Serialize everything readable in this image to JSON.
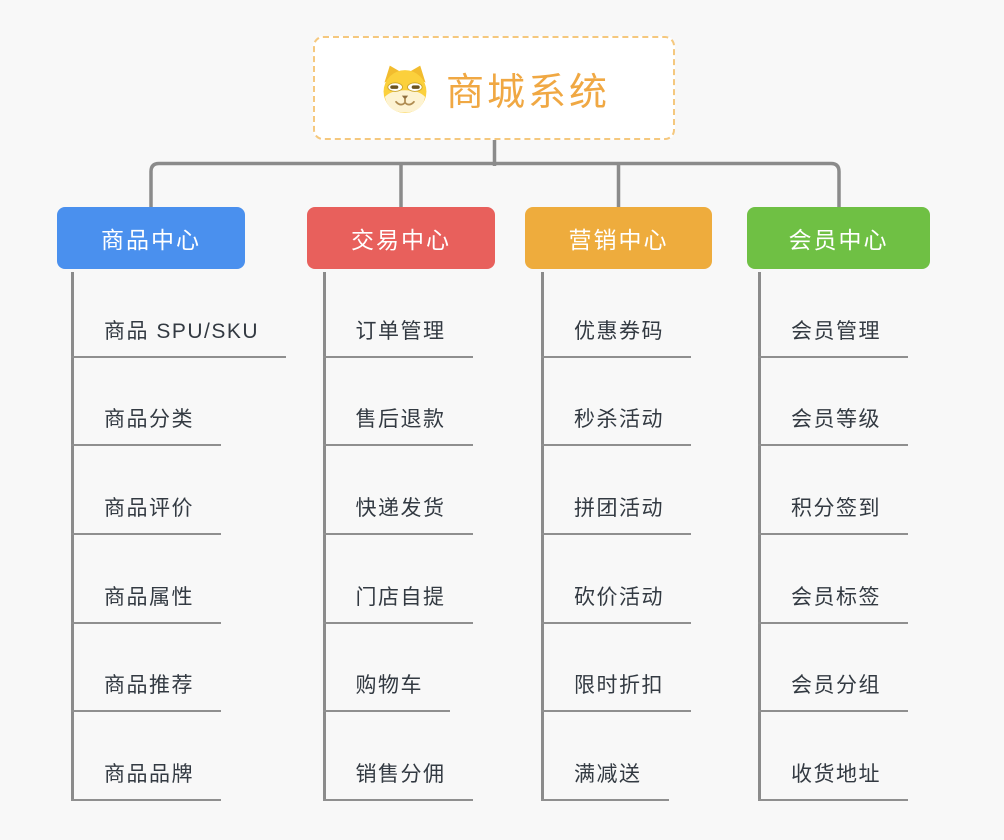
{
  "root": {
    "title": "商城系统",
    "icon": "doge-icon",
    "text_color": "#f0a843",
    "border_color": "#f5c87e",
    "background": "#ffffff"
  },
  "colors": {
    "page_background": "#f8f8f8",
    "connector_line": "#8b8b8b",
    "leaf_text": "#333a42",
    "leaf_underline": "#8f8f8f"
  },
  "branches": [
    {
      "label": "商品中心",
      "color": "#4a90ee",
      "children": [
        "商品 SPU/SKU",
        "商品分类",
        "商品评价",
        "商品属性",
        "商品推荐",
        "商品品牌"
      ]
    },
    {
      "label": "交易中心",
      "color": "#e8605c",
      "children": [
        "订单管理",
        "售后退款",
        "快递发货",
        "门店自提",
        "购物车",
        "销售分佣"
      ]
    },
    {
      "label": "营销中心",
      "color": "#eeac3d",
      "children": [
        "优惠券码",
        "秒杀活动",
        "拼团活动",
        "砍价活动",
        "限时折扣",
        "满减送"
      ]
    },
    {
      "label": "会员中心",
      "color": "#6fc044",
      "children": [
        "会员管理",
        "会员等级",
        "积分签到",
        "会员标签",
        "会员分组",
        "收货地址"
      ]
    }
  ]
}
